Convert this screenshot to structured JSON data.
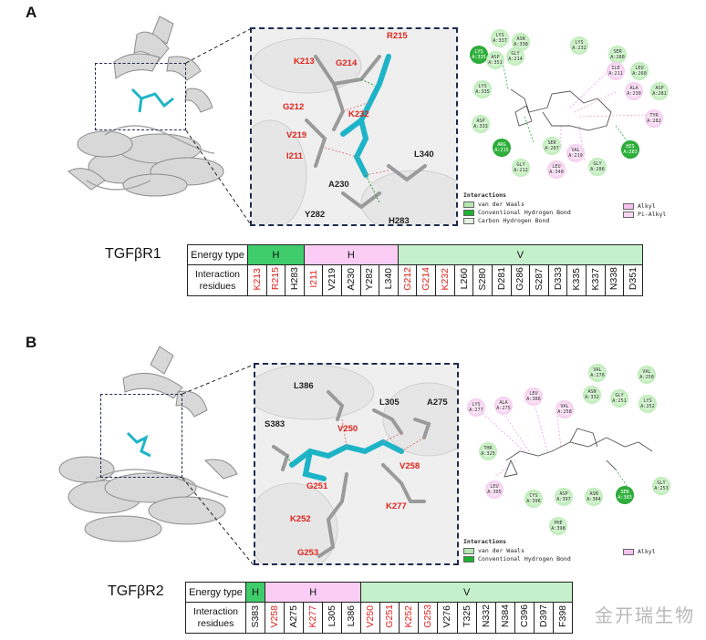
{
  "panelA": {
    "label": "A",
    "zoom_residues": [
      {
        "name": "R215",
        "color": "red"
      },
      {
        "name": "K213",
        "color": "red"
      },
      {
        "name": "G214",
        "color": "red"
      },
      {
        "name": "G212",
        "color": "red"
      },
      {
        "name": "K232",
        "color": "red"
      },
      {
        "name": "V219",
        "color": "red"
      },
      {
        "name": "I211",
        "color": "red"
      },
      {
        "name": "L340",
        "color": "black"
      },
      {
        "name": "A230",
        "color": "black"
      },
      {
        "name": "Y282",
        "color": "black"
      },
      {
        "name": "H283",
        "color": "black"
      }
    ],
    "map_nodes": [
      {
        "t": "LYS",
        "n": "A:337",
        "k": "vdw"
      },
      {
        "t": "ASN",
        "n": "A:338",
        "k": "vdw"
      },
      {
        "t": "LYS",
        "n": "A:232",
        "k": "vdw"
      },
      {
        "t": "LYS",
        "n": "A:335",
        "k": "hb"
      },
      {
        "t": "ASP",
        "n": "A:351",
        "k": "vdw"
      },
      {
        "t": "GLY",
        "n": "A:214",
        "k": "vdw"
      },
      {
        "t": "SER",
        "n": "A:280",
        "k": "vdw"
      },
      {
        "t": "ILE",
        "n": "A:211",
        "k": "alkyl"
      },
      {
        "t": "LEU",
        "n": "A:260",
        "k": "vdw"
      },
      {
        "t": "LYS",
        "n": "A:335",
        "k": "vdw"
      },
      {
        "t": "ALA",
        "n": "A:230",
        "k": "alkyl"
      },
      {
        "t": "ASP",
        "n": "A:281",
        "k": "vdw"
      },
      {
        "t": "ASP",
        "n": "A:333",
        "k": "vdw"
      },
      {
        "t": "TYR",
        "n": "A:282",
        "k": "alkyl"
      },
      {
        "t": "ARG",
        "n": "A:215",
        "k": "hb"
      },
      {
        "t": "SER",
        "n": "A:287",
        "k": "vdw"
      },
      {
        "t": "VAL",
        "n": "A:219",
        "k": "alkyl"
      },
      {
        "t": "HIS",
        "n": "A:283",
        "k": "hb"
      },
      {
        "t": "GLY",
        "n": "A:212",
        "k": "vdw"
      },
      {
        "t": "LEU",
        "n": "A:340",
        "k": "alkyl"
      },
      {
        "t": "GLY",
        "n": "A:286",
        "k": "vdw"
      }
    ],
    "legend": {
      "title": "Interactions",
      "items": [
        {
          "label": "van der Waals",
          "color": "#b5e8b0"
        },
        {
          "label": "Conventional Hydrogen Bond",
          "color": "#1db12e"
        },
        {
          "label": "Carbon Hydrogen Bond",
          "color": "#e3f5e1"
        }
      ],
      "items_right": [
        {
          "label": "Alkyl",
          "color": "#f5c0ef"
        },
        {
          "label": "Pi-Alkyl",
          "color": "#f8d4f4"
        }
      ]
    },
    "receptor": "TGFβR1",
    "table": {
      "type_label": "Energy type",
      "row_label": "Interaction residues",
      "groups": [
        {
          "name": "H",
          "residues": [
            {
              "r": "K213",
              "red": true
            },
            {
              "r": "R215",
              "red": true
            },
            {
              "r": "H283",
              "red": false
            }
          ]
        },
        {
          "name": "H",
          "residues": [
            {
              "r": "I211",
              "red": true
            },
            {
              "r": "V219",
              "red": false
            },
            {
              "r": "A230",
              "red": false
            },
            {
              "r": "Y282",
              "red": false
            },
            {
              "r": "L340",
              "red": false
            }
          ]
        },
        {
          "name": "V",
          "residues": [
            {
              "r": "G212",
              "red": true
            },
            {
              "r": "G214",
              "red": true
            },
            {
              "r": "K232",
              "red": true
            },
            {
              "r": "L260",
              "red": false
            },
            {
              "r": "S280",
              "red": false
            },
            {
              "r": "D281",
              "red": false
            },
            {
              "r": "G286",
              "red": false
            },
            {
              "r": "S287",
              "red": false
            },
            {
              "r": "D333",
              "red": false
            },
            {
              "r": "K335",
              "red": false
            },
            {
              "r": "K337",
              "red": false
            },
            {
              "r": "N338",
              "red": false
            },
            {
              "r": "D351",
              "red": false
            }
          ]
        }
      ]
    }
  },
  "panelB": {
    "label": "B",
    "zoom_residues": [
      {
        "name": "L386",
        "color": "black"
      },
      {
        "name": "L305",
        "color": "black"
      },
      {
        "name": "A275",
        "color": "black"
      },
      {
        "name": "S383",
        "color": "black"
      },
      {
        "name": "V250",
        "color": "red"
      },
      {
        "name": "V258",
        "color": "red"
      },
      {
        "name": "G251",
        "color": "red"
      },
      {
        "name": "K277",
        "color": "red"
      },
      {
        "name": "K252",
        "color": "red"
      },
      {
        "name": "G253",
        "color": "red"
      }
    ],
    "map_nodes": [
      {
        "t": "VAL",
        "n": "A:276",
        "k": "vdw"
      },
      {
        "t": "VAL",
        "n": "A:250",
        "k": "vdw"
      },
      {
        "t": "LEU",
        "n": "A:386",
        "k": "alkyl"
      },
      {
        "t": "ASN",
        "n": "A:332",
        "k": "vdw"
      },
      {
        "t": "GLY",
        "n": "A:251",
        "k": "vdw"
      },
      {
        "t": "LYS",
        "n": "A:277",
        "k": "alkyl"
      },
      {
        "t": "ALA",
        "n": "A:275",
        "k": "alkyl"
      },
      {
        "t": "VAL",
        "n": "A:258",
        "k": "alkyl"
      },
      {
        "t": "LYS",
        "n": "A:252",
        "k": "vdw"
      },
      {
        "t": "THR",
        "n": "A:325",
        "k": "vdw"
      },
      {
        "t": "LEU",
        "n": "A:305",
        "k": "alkyl"
      },
      {
        "t": "CYS",
        "n": "A:396",
        "k": "vdw"
      },
      {
        "t": "ASP",
        "n": "A:397",
        "k": "vdw"
      },
      {
        "t": "ASN",
        "n": "A:384",
        "k": "vdw"
      },
      {
        "t": "SER",
        "n": "A:383",
        "k": "hb"
      },
      {
        "t": "GLY",
        "n": "A:253",
        "k": "vdw"
      },
      {
        "t": "PHE",
        "n": "A:398",
        "k": "vdw"
      }
    ],
    "legend": {
      "title": "Interactions",
      "items": [
        {
          "label": "van der Waals",
          "color": "#b5e8b0"
        },
        {
          "label": "Conventional Hydrogen Bond",
          "color": "#1db12e"
        }
      ],
      "items_right": [
        {
          "label": "Alkyl",
          "color": "#f5c0ef"
        }
      ]
    },
    "receptor": "TGFβR2",
    "table": {
      "type_label": "Energy type",
      "row_label": "Interaction residues",
      "groups": [
        {
          "name": "H",
          "residues": [
            {
              "r": "S383",
              "red": false
            }
          ]
        },
        {
          "name": "H",
          "residues": [
            {
              "r": "V258",
              "red": true
            },
            {
              "r": "A275",
              "red": false
            },
            {
              "r": "K277",
              "red": true
            },
            {
              "r": "L305",
              "red": false
            },
            {
              "r": "L386",
              "red": false
            }
          ]
        },
        {
          "name": "V",
          "residues": [
            {
              "r": "V250",
              "red": true
            },
            {
              "r": "G251",
              "red": true
            },
            {
              "r": "K252",
              "red": true
            },
            {
              "r": "G253",
              "red": true
            },
            {
              "r": "V276",
              "red": false
            },
            {
              "r": "T325",
              "red": false
            },
            {
              "r": "N332",
              "red": false
            },
            {
              "r": "N384",
              "red": false
            },
            {
              "r": "C396",
              "red": false
            },
            {
              "r": "D397",
              "red": false
            },
            {
              "r": "F398",
              "red": false
            }
          ]
        }
      ]
    }
  },
  "watermark": "金开瑞生物"
}
